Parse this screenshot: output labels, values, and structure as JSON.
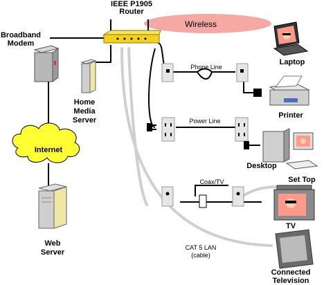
{
  "labels": {
    "router_line1": "IEEE P1905",
    "router_line2": "Router",
    "wireless": "Wireless",
    "modem_line1": "Broadband",
    "modem_line2": "Modem",
    "internet": "Internet",
    "web_line1": "Web",
    "web_line2": "Server",
    "hms_line1": "Home",
    "hms_line2": "Media",
    "hms_line3": "Server",
    "phone_line": "Phone Line",
    "power_line": "Power Line",
    "coax": "Coax/TV",
    "cat5_line1": "CAT 5 LAN",
    "cat5_line2": "(cable)",
    "laptop": "Laptop",
    "printer": "Printer",
    "desktop": "Desktop",
    "set_top": "Set Top",
    "tv": "TV",
    "ctv_line1": "Connected",
    "ctv_line2": "Television"
  },
  "colors": {
    "router": "#f2d21c",
    "wireless_fill": "#f29a94",
    "internet_cloud": "#ffff33",
    "cable": "#000000",
    "lan_cable": "#d0d0d0",
    "outlet": "#e0e0e0",
    "server_beige": "#f0e6a6"
  },
  "icons": {
    "router": "router-icon",
    "modem": "modem-icon",
    "cloud": "cloud-icon",
    "web_server": "server-icon",
    "media_server": "server-icon",
    "laptop": "laptop-icon",
    "printer": "printer-icon",
    "desktop": "desktop-icon",
    "tv": "tv-icon",
    "connected_tv": "tv-icon"
  }
}
